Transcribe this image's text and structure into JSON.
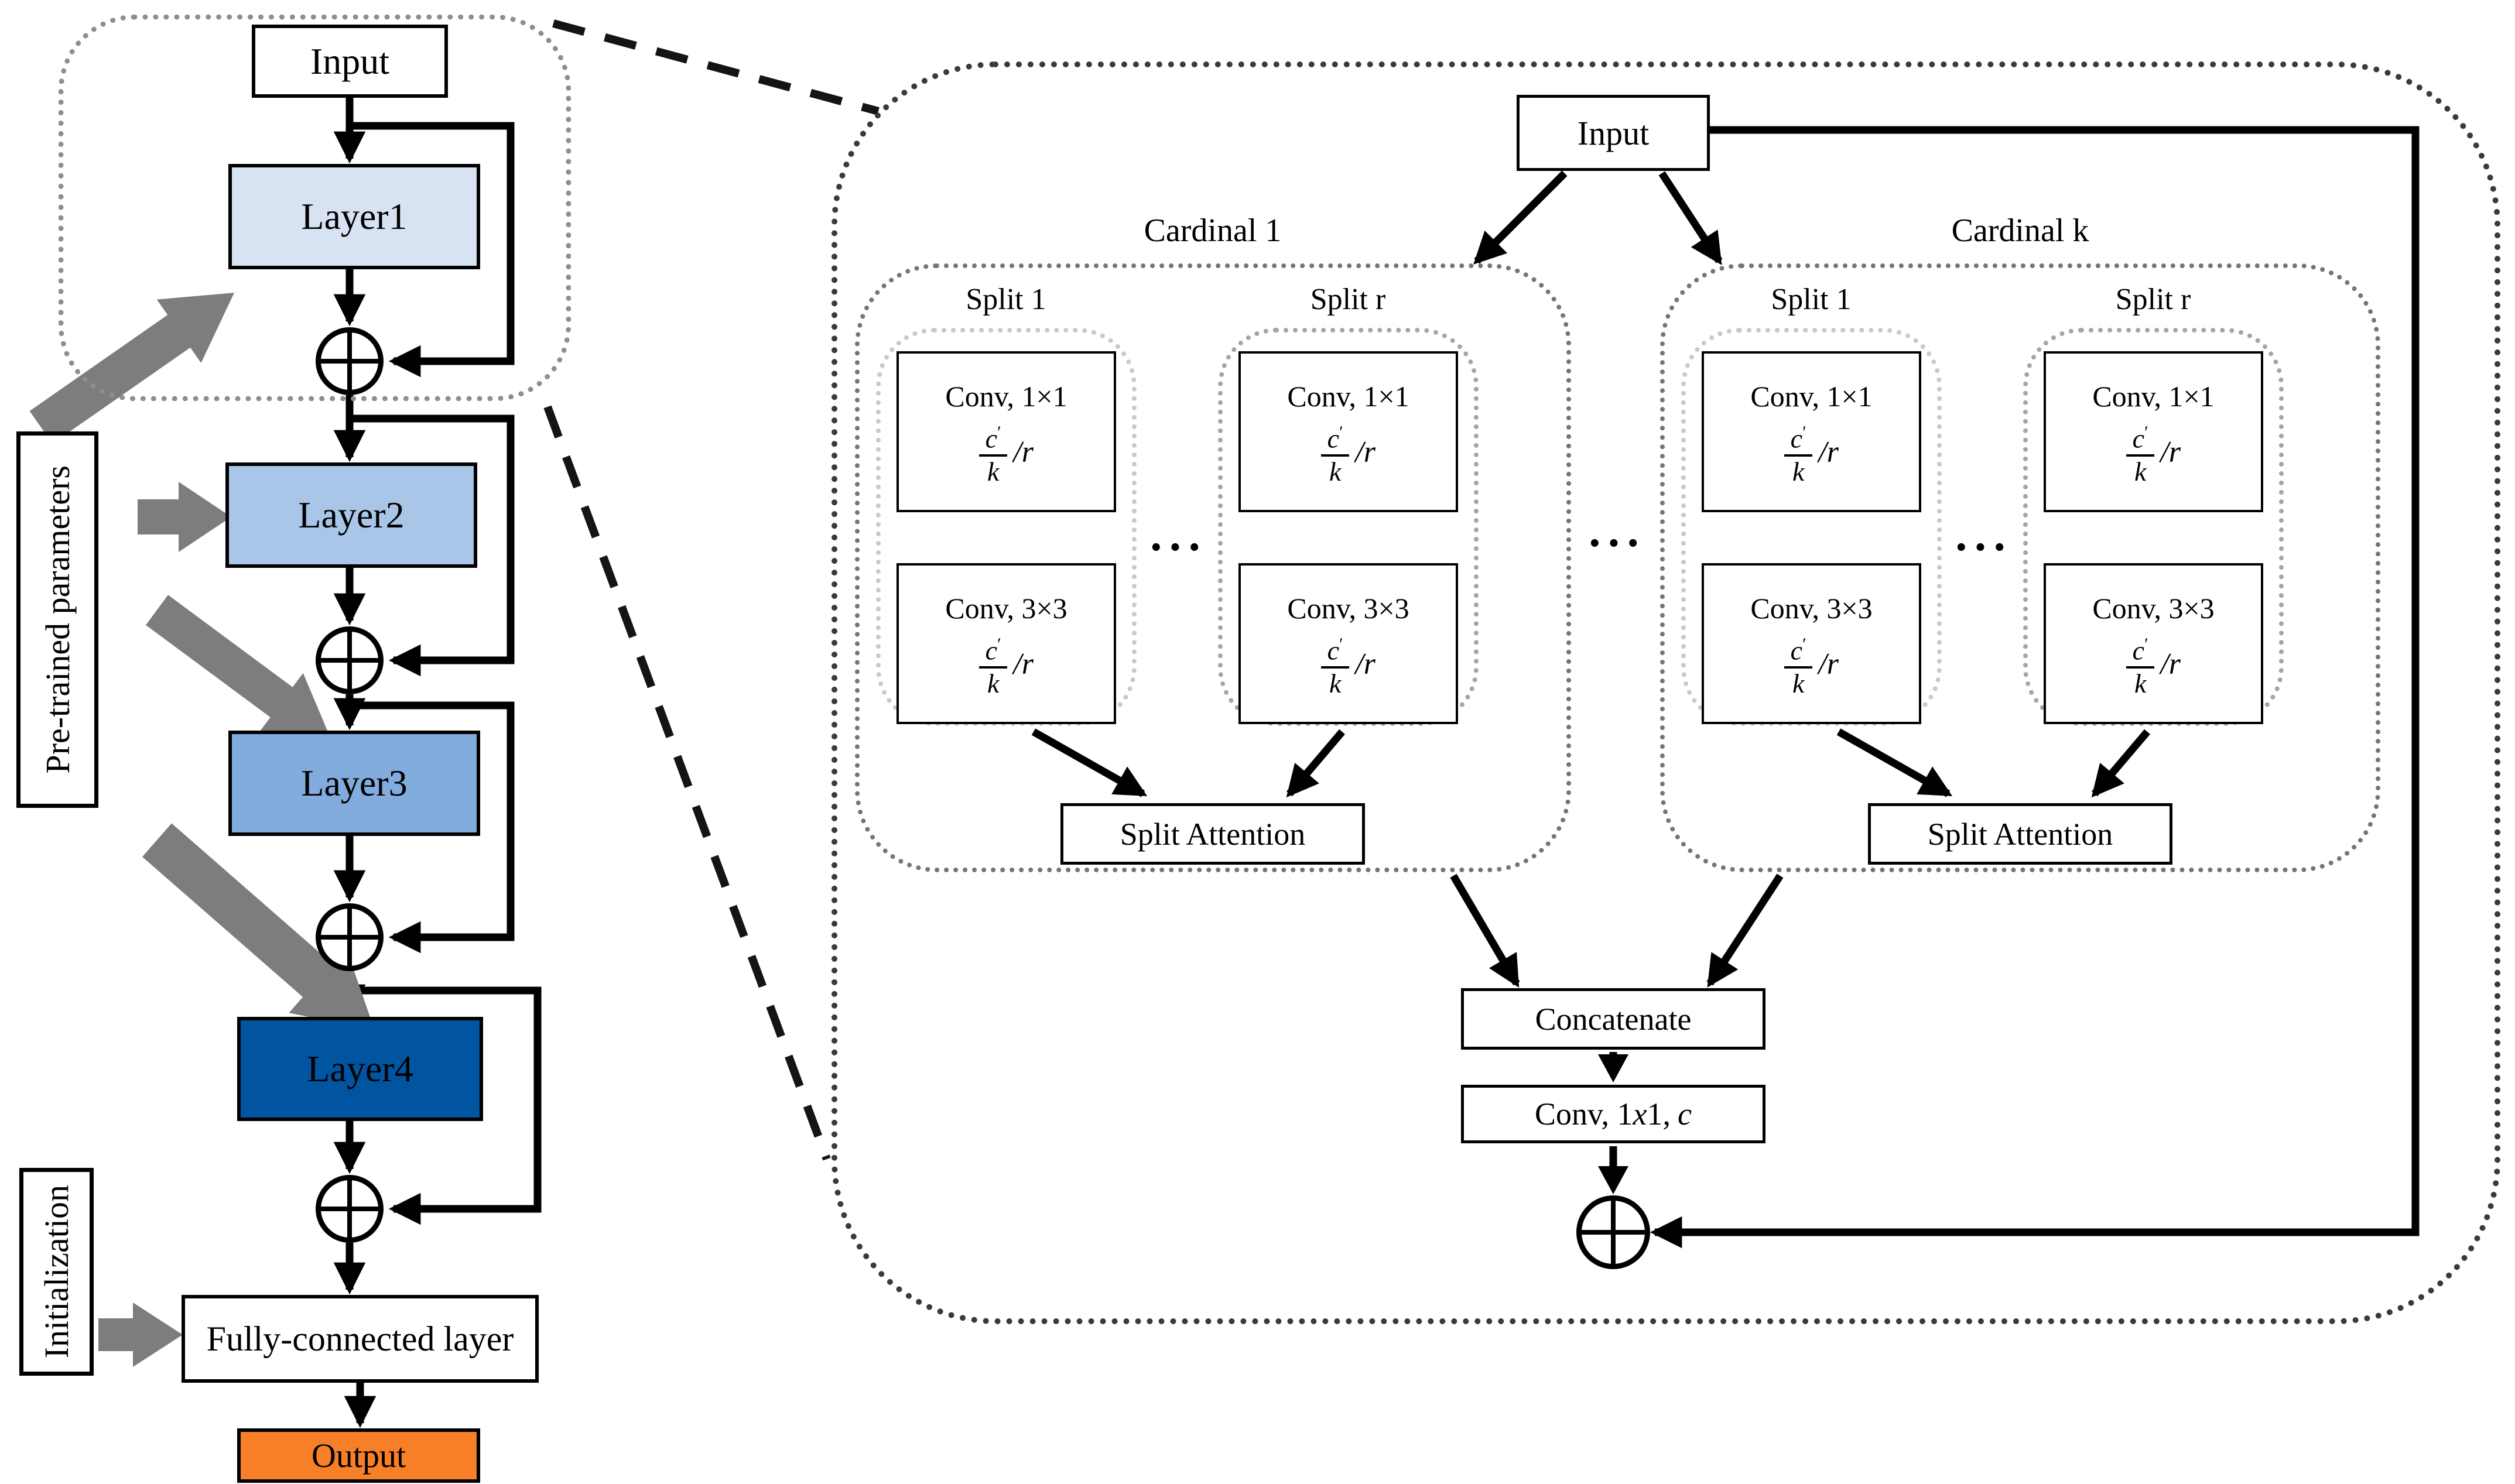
{
  "colors": {
    "layer1_fill": "#d7e2f3",
    "layer2_fill": "#a9c6e9",
    "layer3_fill": "#82abde",
    "layer4_fill": "#0054a0",
    "output_fill": "#f67f27",
    "gray_arrow": "#7d7d7d",
    "line_black": "#000000"
  },
  "left": {
    "input": "Input",
    "layer1": "Layer1",
    "layer2": "Layer2",
    "layer3": "Layer3",
    "layer4": "Layer4",
    "fc": "Fully-connected layer",
    "output": "Output",
    "pretrained": "Pre-trained parameters",
    "initialization": "Initialization"
  },
  "right": {
    "input": "Input",
    "cardinal1_title": "Cardinal 1",
    "cardinalk_title": "Cardinal k",
    "split1_title": "Split 1",
    "splitr_title": "Split r",
    "conv1x1": "Conv, 1×1",
    "conv3x3": "Conv, 3×3",
    "frac": {
      "num": "c",
      "prime": "′",
      "den": "k",
      "suffix": "/r"
    },
    "ellipsis": "···",
    "split_attention": "Split Attention",
    "concatenate": "Concatenate",
    "conv_final": {
      "s1": "Conv, 1",
      "x": "x",
      "s2": "1,",
      "c": "c"
    }
  }
}
